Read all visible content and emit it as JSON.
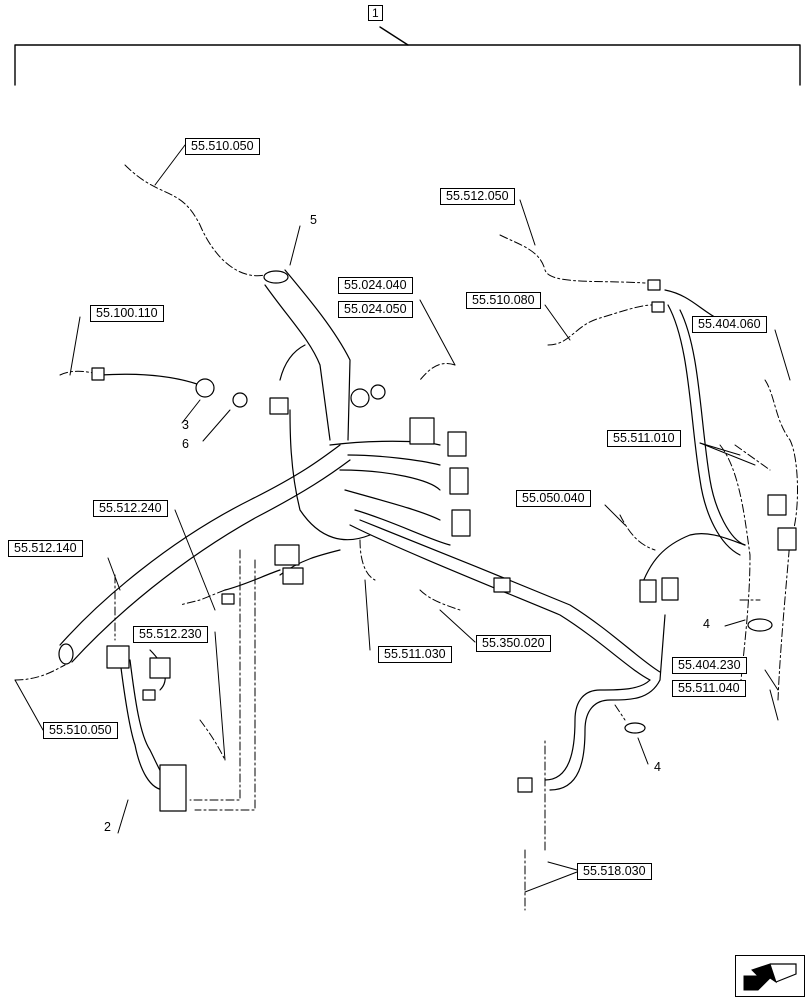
{
  "assembly_number": "1",
  "reference_labels": {
    "r_55_510_050_top": "55.510.050",
    "r_55_512_050": "55.512.050",
    "r_55_024_040": "55.024.040",
    "r_55_024_050": "55.024.050",
    "r_55_510_080": "55.510.080",
    "r_55_100_110": "55.100.110",
    "r_55_404_060": "55.404.060",
    "r_55_511_010": "55.511.010",
    "r_55_050_040": "55.050.040",
    "r_55_512_240": "55.512.240",
    "r_55_512_140": "55.512.140",
    "r_55_512_230": "55.512.230",
    "r_55_511_030": "55.511.030",
    "r_55_350_020": "55.350.020",
    "r_55_404_230": "55.404.230",
    "r_55_511_040": "55.511.040",
    "r_55_510_050_bottom": "55.510.050",
    "r_55_518_030": "55.518.030"
  },
  "item_numbers": {
    "item_5": "5",
    "item_3": "3",
    "item_6": "6",
    "item_4_upper": "4",
    "item_4_lower": "4",
    "item_2": "2"
  },
  "nav_icon": "next-page-arrow-icon"
}
